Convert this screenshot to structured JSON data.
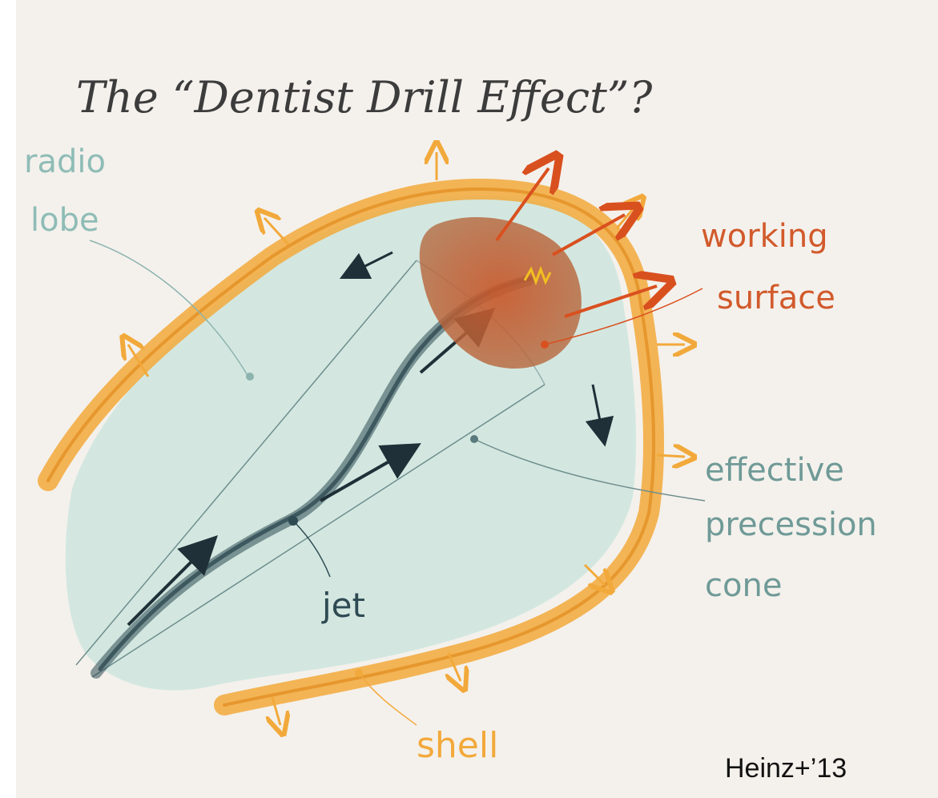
{
  "title": "The “Dentist Drill Effect”?",
  "labels": {
    "radio_lobe_line1": "radio",
    "radio_lobe_line2": "lobe",
    "working_line1": "working",
    "working_line2": "surface",
    "effective_line1": "effective",
    "effective_line2": "precession",
    "effective_line3": "cone",
    "jet": "jet",
    "shell": "shell"
  },
  "credit": "Heinz+’13",
  "colors": {
    "background": "#f4f1ec",
    "shell": "#f2a93b",
    "lobe_fill": "#cfe6df",
    "jet": "#2e4a52",
    "working_surface": "#c0532a",
    "arrow_red": "#d9501f",
    "label_teal": "#6f9a97",
    "label_red": "#d25a2c"
  }
}
